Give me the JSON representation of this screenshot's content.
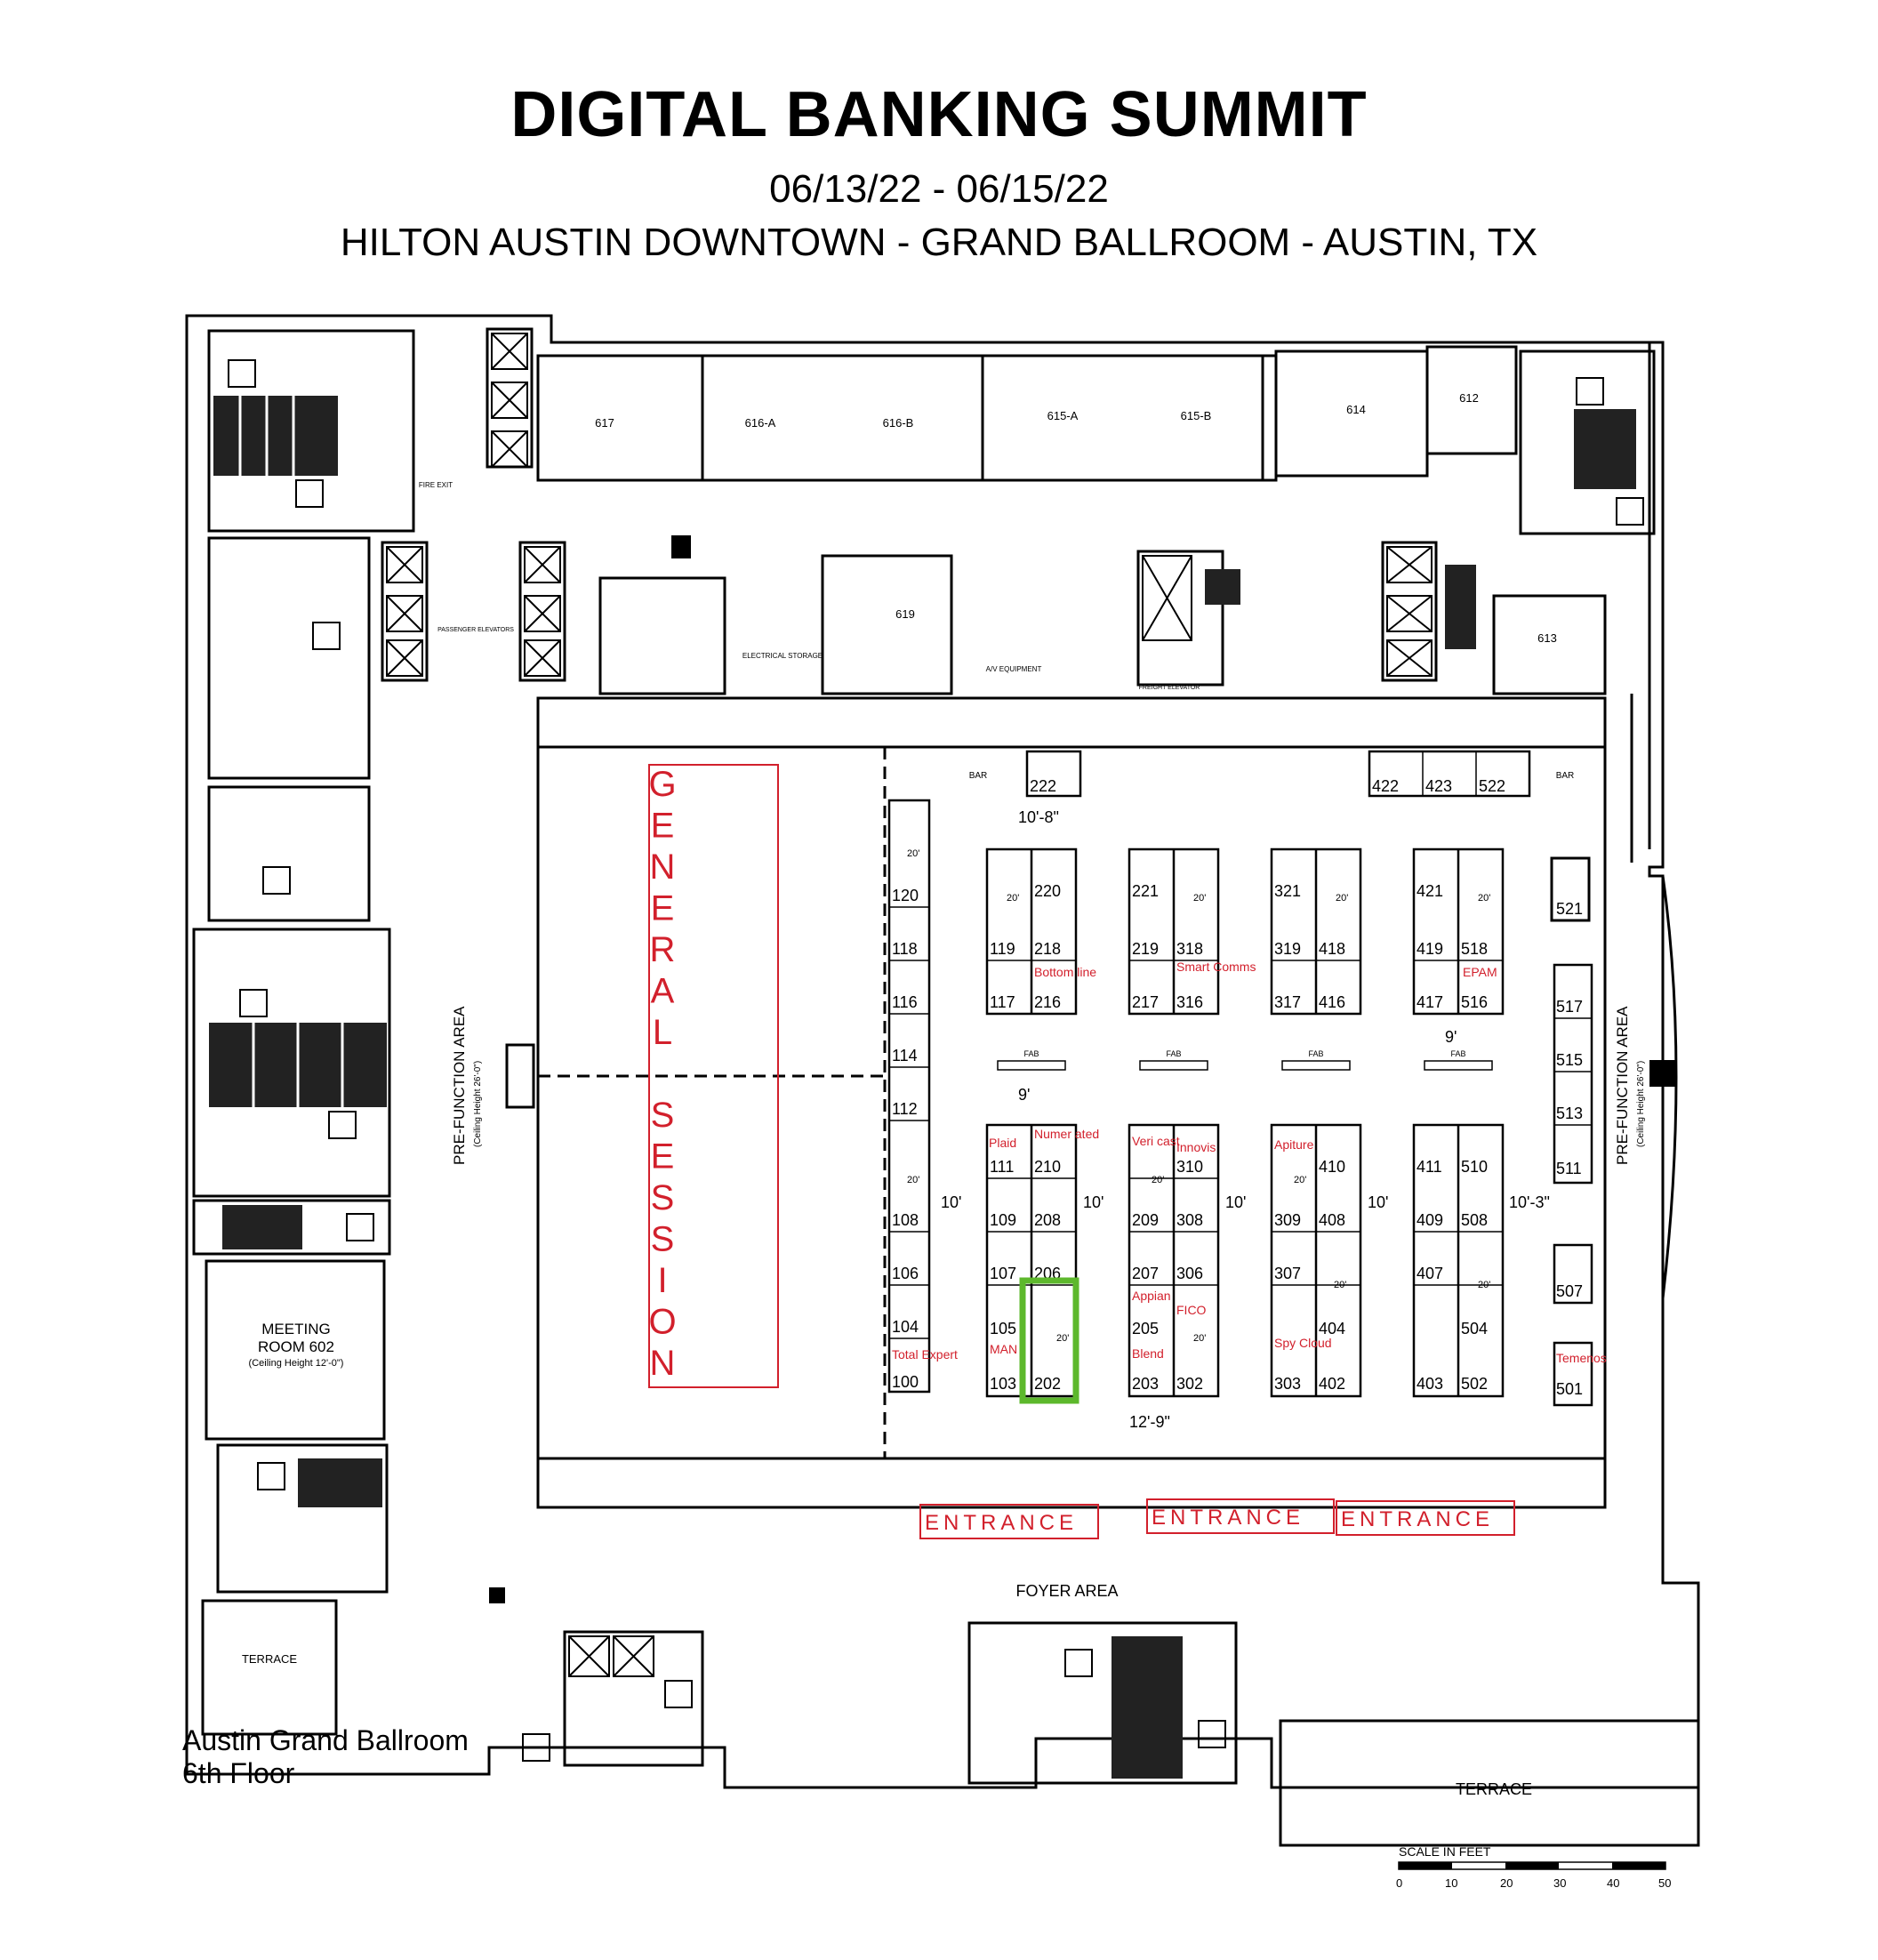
{
  "header": {
    "title": "DIGITAL BANKING SUMMIT",
    "dates": "06/13/22 - 06/15/22",
    "venue": "HILTON AUSTIN DOWNTOWN - GRAND BALLROOM - AUSTIN, TX"
  },
  "rooms": {
    "r617": "617",
    "r616a": "616-A",
    "r616b": "616-B",
    "r615a": "615-A",
    "r615b": "615-B",
    "r614": "614",
    "r612": "612",
    "r613": "613",
    "r619": "619",
    "meeting": "MEETING",
    "room602": "ROOM 602",
    "ceiling602": "(Ceiling Height 12'-0\")",
    "terrace_left": "TERRACE",
    "terrace_right": "TERRACE",
    "foyer": "FOYER AREA",
    "prefunction": "PRE-FUNCTION AREA",
    "ceiling_pf": "(Ceiling Height 26'-0\")",
    "bar": "BAR",
    "electrical": "ELECTRICAL STORAGE",
    "av": "A/V EQUIPMENT",
    "passenger": "PASSENGER ELEVATORS",
    "freight": "FREIGHT ELEVATOR",
    "fire_exit": "FIRE EXIT"
  },
  "general_session": [
    "G",
    "E",
    "N",
    "E",
    "R",
    "A",
    "L",
    "",
    "S",
    "E",
    "S",
    "S",
    "I",
    "O",
    "N"
  ],
  "entrances": [
    "ENTRANCE",
    "ENTRANCE",
    "ENTRANCE"
  ],
  "booths": {
    "col1": [
      "120",
      "118",
      "116",
      "114",
      "112",
      "108",
      "106",
      "104",
      "100"
    ],
    "b1top": [
      "220",
      "119",
      "218",
      "117",
      "216"
    ],
    "b2top": [
      "221",
      "219",
      "318",
      "217",
      "316"
    ],
    "b3top": [
      "321",
      "319",
      "418",
      "317",
      "416"
    ],
    "b4top": [
      "421",
      "419",
      "518",
      "417",
      "516"
    ],
    "b1bot": [
      "111",
      "210",
      "109",
      "208",
      "107",
      "206",
      "105",
      "103",
      "202"
    ],
    "b2bot": [
      "310",
      "209",
      "308",
      "207",
      "306",
      "205",
      "203",
      "302"
    ],
    "b3bot": [
      "410",
      "309",
      "408",
      "307",
      "404",
      "303",
      "402"
    ],
    "b4bot": [
      "411",
      "510",
      "409",
      "508",
      "407",
      "504",
      "403",
      "502"
    ],
    "col5": [
      "521",
      "517",
      "515",
      "513",
      "511",
      "507",
      "501"
    ],
    "top": [
      "222",
      "422",
      "423",
      "522"
    ]
  },
  "exhibitors": {
    "bottomline": "Bottom line",
    "smart": "Smart Comms",
    "epam": "EPAM",
    "plaid": "Plaid",
    "numerated": "Numer ated",
    "vericast": "Veri cast",
    "innovis": "Innovis",
    "apiture": "Apiture",
    "appian": "Appian",
    "fico": "FICO",
    "blend": "Blend",
    "man": "MAN",
    "spycloud": "Spy Cloud",
    "total": "Total Expert",
    "temenos": "Temenos"
  },
  "dims": {
    "d1": "10'-8\"",
    "d2": "9'",
    "d3": "9'",
    "d4": "10'",
    "d5": "10'",
    "d6": "10'",
    "d7": "10'",
    "d8": "10'-3\"",
    "d9": "12'-9\"",
    "twenty": "20'",
    "fab": "FAB"
  },
  "footer": {
    "ballroom": "Austin Grand Ballroom",
    "floor": "6th Floor",
    "scale_title": "SCALE IN FEET",
    "scale_ticks": [
      "0",
      "10",
      "20",
      "30",
      "40",
      "50"
    ]
  },
  "colors": {
    "wall": "#000000",
    "exhibitor": "#d2202c",
    "highlight": "#5db82c"
  }
}
